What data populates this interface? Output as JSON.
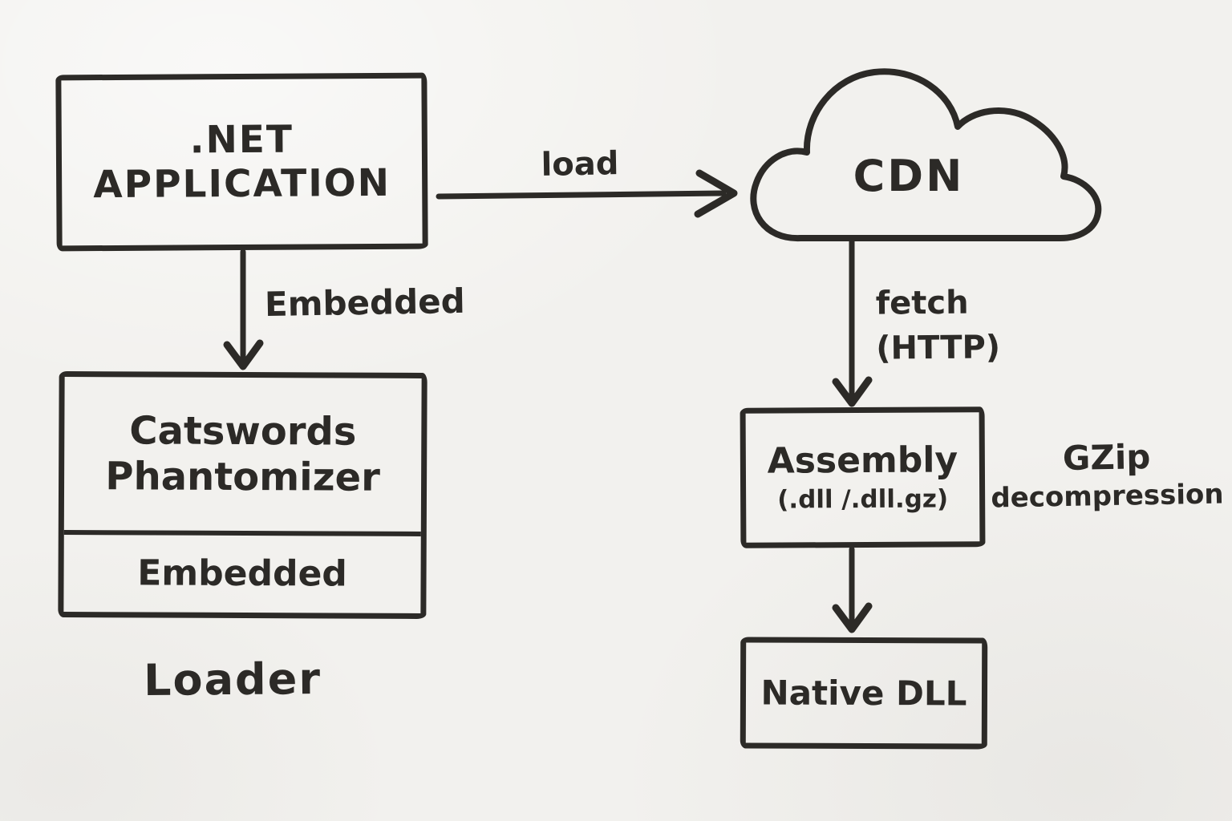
{
  "colors": {
    "paper": "#f2f1ee",
    "ink": "#2c2a27"
  },
  "nodes": {
    "net_application": {
      "line1": ".NET",
      "line2": "APPLICATION"
    },
    "cdn": {
      "label": "CDN"
    },
    "phantomizer": {
      "line1": "Catswords",
      "line2": "Phantomizer",
      "embedded_section": "Embedded",
      "caption": "Loader"
    },
    "assembly": {
      "line1": "Assembly",
      "line2": "(.dll /.dll.gz)"
    },
    "native_dll": {
      "label": "Native DLL"
    }
  },
  "edges": {
    "load": {
      "label": "load"
    },
    "embedded": {
      "label": "Embedded"
    },
    "fetch": {
      "line1": "fetch",
      "line2": "(HTTP)"
    },
    "gzip_note": {
      "line1": "GZip",
      "line2": "decompression"
    }
  }
}
